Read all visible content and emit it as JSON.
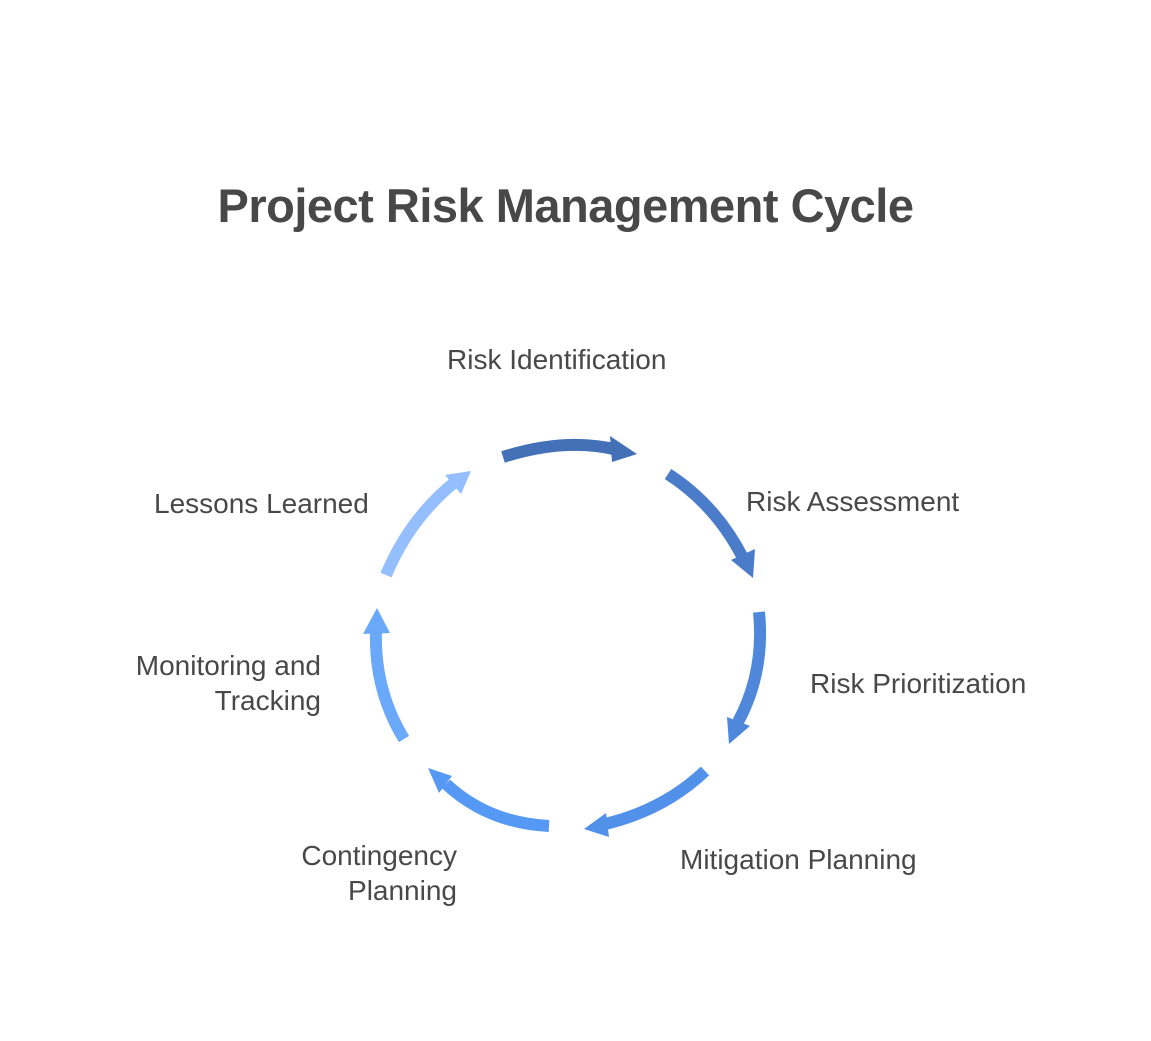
{
  "title": "Project Risk Management Cycle",
  "steps": [
    {
      "label": "Risk Identification",
      "color": "#4470b8"
    },
    {
      "label": "Risk Assessment",
      "color": "#4a7cca"
    },
    {
      "label": "Risk Prioritization",
      "color": "#4f88db"
    },
    {
      "label": "Mitigation Planning",
      "color": "#5291ea"
    },
    {
      "label": "Contingency",
      "label2": "Planning",
      "color": "#5599f5"
    },
    {
      "label": "Monitoring and",
      "label2": "Tracking",
      "color": "#6aa8fa"
    },
    {
      "label": "Lessons Learned",
      "color": "#94befd"
    }
  ]
}
